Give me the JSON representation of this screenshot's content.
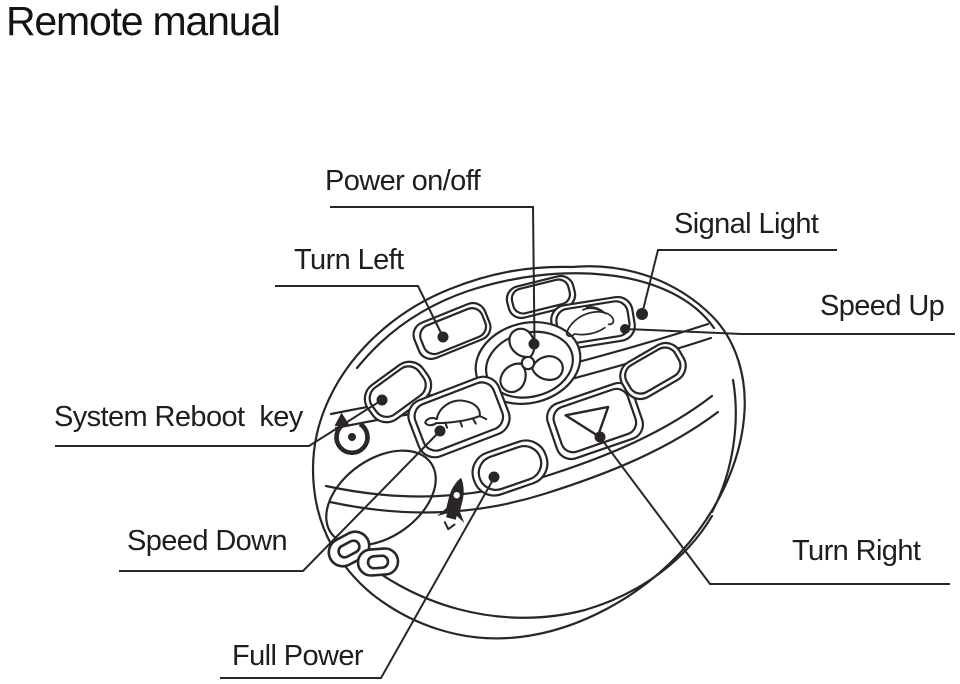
{
  "page_title": "Remote manual",
  "ink_color": "#2a2526",
  "background_color": "#ffffff",
  "callouts": [
    {
      "id": "power",
      "label": "Power on/off",
      "target_icon": "fan-icon"
    },
    {
      "id": "turn-left",
      "label": "Turn Left",
      "target_icon": "blank-button"
    },
    {
      "id": "signal-light",
      "label": "Signal Light",
      "target_icon": "led-indicator-dot"
    },
    {
      "id": "speed-up",
      "label": "Speed Up",
      "target_icon": "hare-icon"
    },
    {
      "id": "system-reboot",
      "label": "System Reboot  key",
      "target_icon": "circular-arrow-icon"
    },
    {
      "id": "speed-down",
      "label": "Speed Down",
      "target_icon": "turtle-icon"
    },
    {
      "id": "full-power",
      "label": "Full Power",
      "target_icon": "rocket-icon"
    },
    {
      "id": "turn-right",
      "label": "Turn Right",
      "target_icon": "triangle-arrow-icon"
    }
  ],
  "illustration": {
    "device": "remote-control-key-fob",
    "icons": [
      "fan-icon",
      "hare-icon",
      "turtle-icon",
      "rocket-icon",
      "circular-arrow-icon",
      "triangle-arrow-icon",
      "keychain-links"
    ]
  }
}
